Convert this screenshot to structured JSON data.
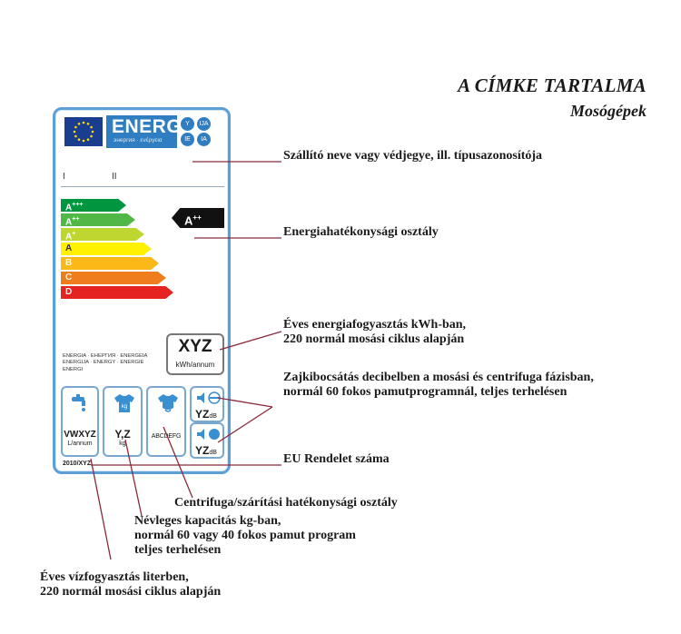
{
  "heading": {
    "title": "A CÍMKE TARTALMA",
    "subtitle": "Mosógépek"
  },
  "label": {
    "energ_word": "ENERG",
    "energ_sub": "энергия · ενέργεια",
    "lang_codes": [
      "Y",
      "IJA",
      "IE",
      "IA"
    ],
    "roman_i": "I",
    "roman_ii": "II",
    "classes": [
      {
        "letter": "A",
        "sup": "+++",
        "color": "#00963f"
      },
      {
        "letter": "A",
        "sup": "++",
        "color": "#51b848"
      },
      {
        "letter": "A",
        "sup": "+",
        "color": "#bfd630"
      },
      {
        "letter": "A",
        "sup": "",
        "color": "#fff100"
      },
      {
        "letter": "B",
        "sup": "",
        "color": "#fbb817"
      },
      {
        "letter": "C",
        "sup": "",
        "color": "#ef7d1c"
      },
      {
        "letter": "D",
        "sup": "",
        "color": "#e52421"
      }
    ],
    "rating": {
      "letter": "A",
      "sup": "++"
    },
    "languages_text": "ENERGIA · ЕНЕРГИЯ · ENERGEIA ENERGIJA · ENERGY · ENERGIE ENERGI",
    "energy_value": "XYZ",
    "energy_unit": "kWh/annum",
    "water_value": "VWXYZ",
    "water_unit": "L/annum",
    "capacity_value": "Y,Z",
    "capacity_unit": "kg",
    "spin_classes": "ABCDEFG",
    "noise_value": "YZ",
    "noise_unit": "dB",
    "regulation": "2010/XYZ"
  },
  "annotations": {
    "supplier": "Szállító neve vagy védjegye, ill. típusazonosítója",
    "energy_class": "Energiahatékonysági osztály",
    "annual_energy_l1": "Éves energiafogyasztás kWh-ban,",
    "annual_energy_l2": "220 normál mosási ciklus alapján",
    "noise_l1": "Zajkibocsátás decibelben a mosási és centrifuga fázisban,",
    "noise_l2": "normál 60 fokos pamutprogramnál, teljes terhelésen",
    "regulation": "EU Rendelet száma",
    "spin": "Centrifuga/szárítási hatékonysági osztály",
    "capacity_l1": "Névleges kapacitás kg-ban,",
    "capacity_l2": "normál 60 vagy 40 fokos pamut program",
    "capacity_l3": "teljes terhelésen",
    "water_l1": "Éves vízfogyasztás literben,",
    "water_l2": "220 normál mosási ciklus alapján"
  },
  "colors": {
    "frame_blue": "#5b9fd6",
    "energ_blue": "#2f7ec1",
    "eu_blue": "#1a3d8f",
    "pointer_line": "#8a2a3a"
  }
}
